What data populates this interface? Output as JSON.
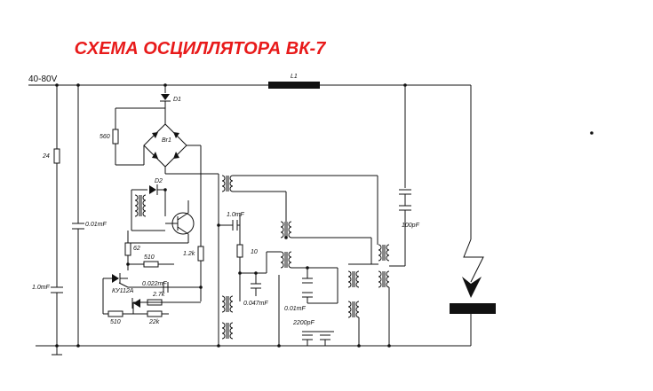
{
  "title": "СХЕМА ОСЦИЛЛЯТОРА ВК-7",
  "supply_label": "40-80V",
  "inductor": "L1",
  "diode_d1": "D1",
  "bridge": "Br1",
  "diode_d2": "D2",
  "thyristor": "КУ112А",
  "resistors": {
    "r24": "24",
    "r560": "560",
    "r62": "62",
    "r510a": "510",
    "r27k": "2.7k",
    "r510b": "510",
    "r22k": "22k",
    "r12k": "1.2k",
    "r10": "10"
  },
  "capacitors": {
    "c_1mf_left": "1.0mF",
    "c_001mf_left": "0.01mF",
    "c_0022mf": "0.022mF",
    "c_1mf_mid": "1.0mF",
    "c_0047mf": "0.047mF",
    "c_001mf_mid": "0.01mF",
    "c_2200pf": "2200pF",
    "c_100pf": "100pF"
  }
}
